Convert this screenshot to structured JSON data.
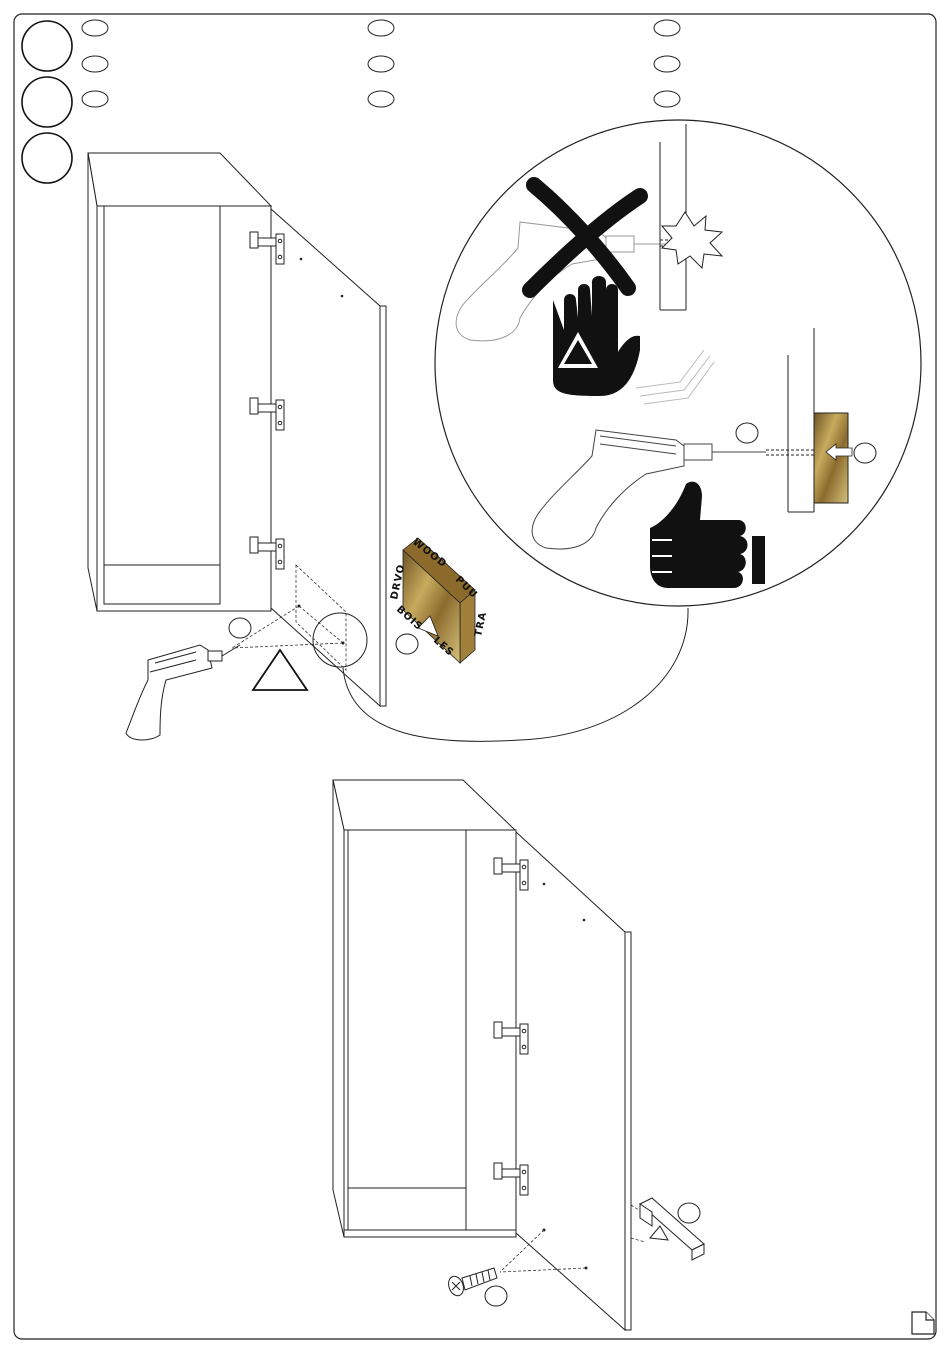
{
  "wood_labels": {
    "drvo": "DRVO",
    "wood": "WOOD",
    "puu": "PUU",
    "bois": "BOIS",
    "les": "LES",
    "tra": "TRA"
  },
  "icons": {
    "warning": "warning-triangle-icon",
    "stop_hand": "stop-hand-icon",
    "thumbs_up": "thumbs-up-icon",
    "wrong": "x-cross-icon",
    "page_corner": "page-corner-icon"
  },
  "colors": {
    "line": "#222222",
    "wood_dark": "#8a6b2f",
    "wood_light": "#d8c27a"
  }
}
